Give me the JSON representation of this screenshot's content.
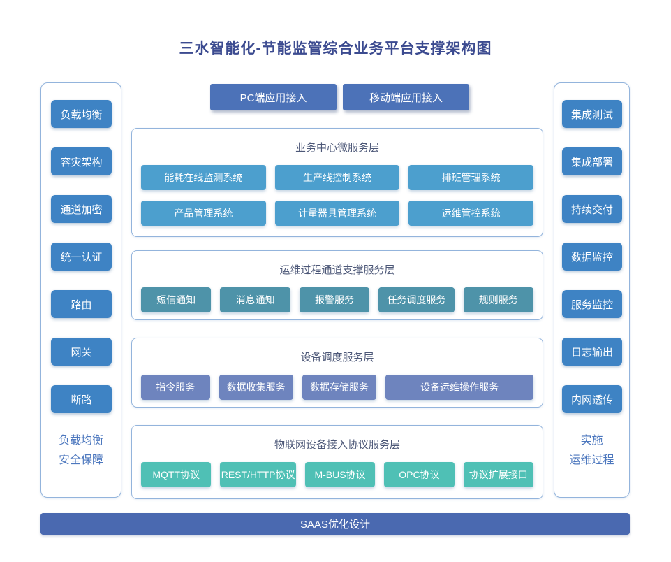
{
  "title": "三水智能化-节能监管综合业务平台支撑架构图",
  "colors": {
    "title_text": "#3c4b90",
    "top_button": "#4c72b8",
    "side_button": "#3e83c4",
    "layer_business": "#4c9fce",
    "layer_ops_channel": "#4e93a9",
    "layer_device_dispatch": "#6e84be",
    "layer_iot_protocol": "#4fc0b5",
    "bottom_bar": "#4a69b0",
    "panel_border": "#93b4dc",
    "caption_text": "#4c77be",
    "layer_title_text": "#4d5878"
  },
  "top_buttons": {
    "pc": "PC端应用接入",
    "mobile": "移动端应用接入"
  },
  "left_panel": {
    "items": [
      "负载均衡",
      "容灾架构",
      "通道加密",
      "统一认证",
      "路由",
      "网关",
      "断路"
    ],
    "footer_lines": [
      "负载均衡",
      "安全保障"
    ]
  },
  "right_panel": {
    "items": [
      "集成测试",
      "集成部署",
      "持续交付",
      "数据监控",
      "服务监控",
      "日志输出",
      "内网透传"
    ],
    "footer_lines": [
      "实施",
      "运维过程"
    ]
  },
  "layers": [
    {
      "title": "业务中心微服务层",
      "items": [
        "能耗在线监测系统",
        "生产线控制系统",
        "排班管理系统",
        "产品管理系统",
        "计量器具管理系统",
        "运维管控系统"
      ]
    },
    {
      "title": "运维过程通道支撑服务层",
      "items": [
        "短信通知",
        "消息通知",
        "报警服务",
        "任务调度服务",
        "规则服务"
      ]
    },
    {
      "title": "设备调度服务层",
      "items": [
        "指令服务",
        "数据收集服务",
        "数据存储服务",
        "设备运维操作服务"
      ]
    },
    {
      "title": "物联网设备接入协议服务层",
      "items": [
        "MQTT协议",
        "REST/HTTP协议",
        "M-BUS协议",
        "OPC协议",
        "协议扩展接口"
      ]
    }
  ],
  "bottom_bar": {
    "label": "SAAS优化设计"
  }
}
